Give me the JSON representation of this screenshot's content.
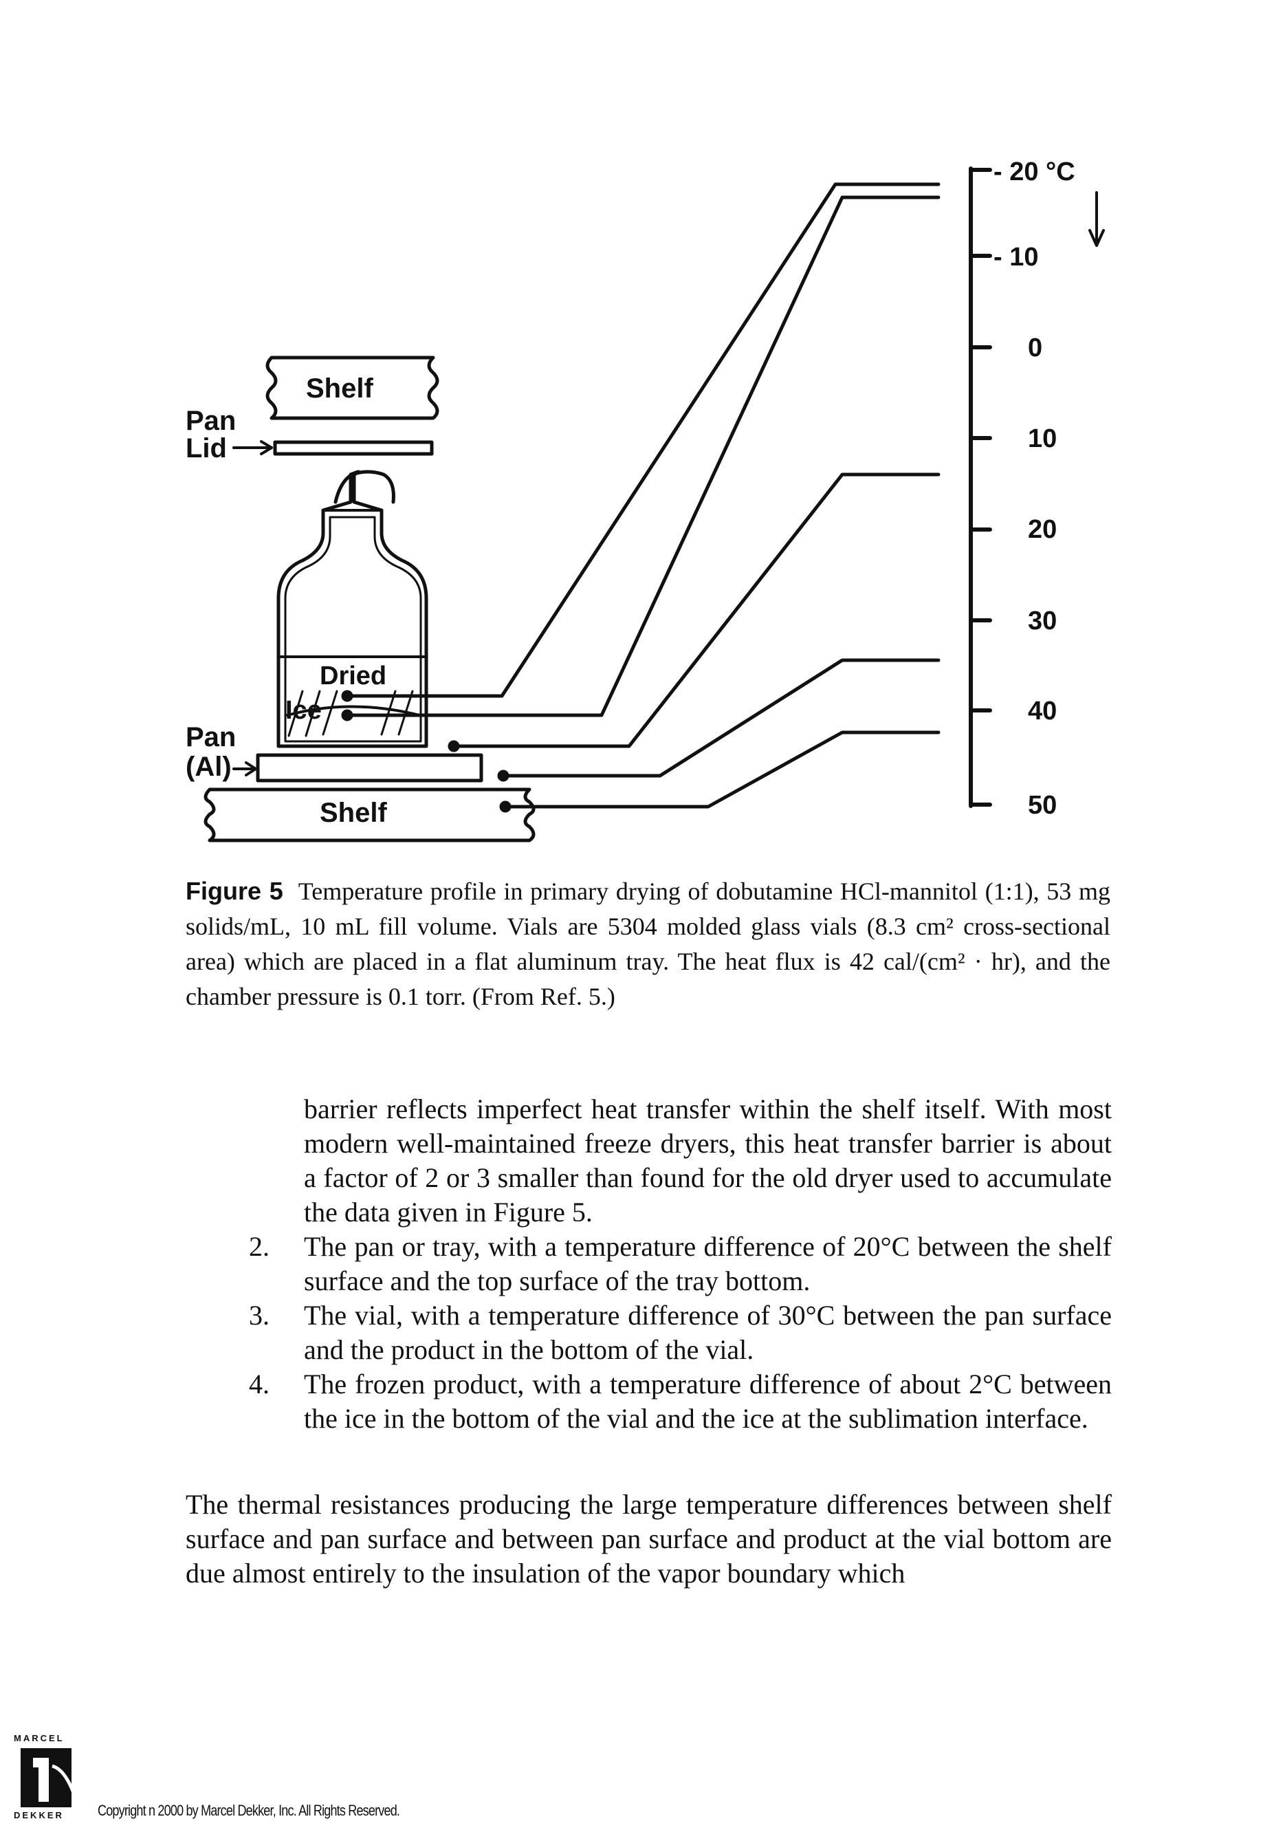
{
  "diagram": {
    "shelf_top_label": "Shelf",
    "shelf_bottom_label": "Shelf",
    "pan_lid_label_line1": "Pan",
    "pan_lid_label_line2": "Lid",
    "pan_al_label_line1": "Pan",
    "pan_al_label_line2": "(Al)",
    "dried_label": "Dried",
    "ice_label": "Ice",
    "scale": {
      "unit": "°C",
      "ticks": [
        "- 20 °C",
        "- 10",
        "0",
        "10",
        "20",
        "30",
        "40",
        "50"
      ]
    }
  },
  "caption": {
    "label": "Figure 5",
    "text": "Temperature profile in primary drying of dobutamine HCl-mannitol (1:1), 53 mg solids/mL, 10 mL fill volume. Vials are 5304 molded glass vials (8.3 cm² cross-sectional area) which are placed in a flat aluminum tray. The heat flux is 42 cal/(cm² · hr), and the chamber pressure is 0.1 torr. (From Ref. 5.)"
  },
  "list_items": [
    {
      "number": "",
      "text": "barrier reflects imperfect heat transfer within the shelf itself. With most modern well-maintained freeze dryers, this heat transfer barrier is about a factor of 2 or 3 smaller than found for the old dryer used to accumulate the data given in Figure 5."
    },
    {
      "number": "2.",
      "text": "The pan or tray, with a temperature difference of 20°C between the shelf surface and the top surface of the tray bottom."
    },
    {
      "number": "3.",
      "text": "The vial, with a temperature difference of 30°C between the pan surface and the product in the bottom of the vial."
    },
    {
      "number": "4.",
      "text": "The frozen product, with a temperature difference of about 2°C between the ice in the bottom of the vial and the ice at the sublimation interface."
    }
  ],
  "paragraph": "The thermal resistances producing the large temperature differences between shelf surface and pan surface and between pan surface and product at the vial bottom are due almost entirely to the insulation of the vapor boundary which",
  "footer": {
    "logo_text_top": "MARCEL",
    "logo_text_bottom": "DEKKER",
    "copyright": "Copyright n 2000 by Marcel Dekker, Inc. All Rights Reserved."
  }
}
